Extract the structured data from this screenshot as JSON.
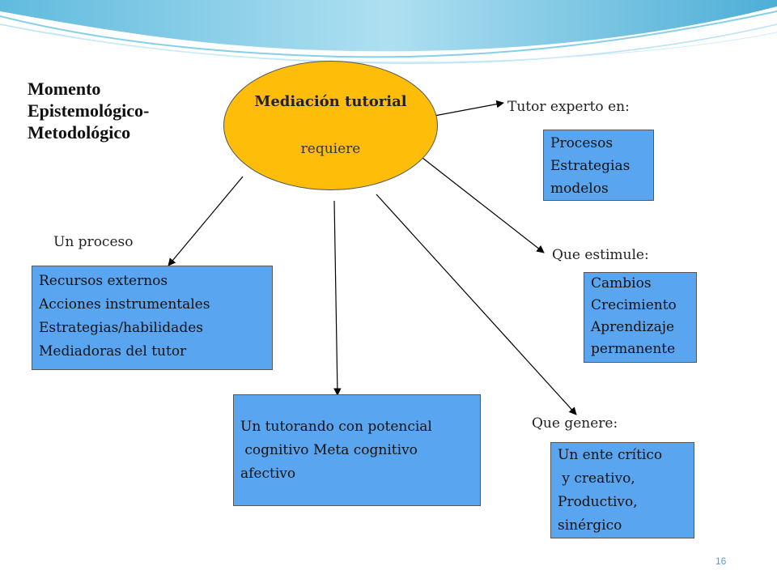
{
  "slide": {
    "title_lines": [
      "Momento",
      "Epistemológico-",
      "Metodológico"
    ],
    "page_number": "16"
  },
  "center": {
    "title": "Mediación tutorial",
    "subtitle": "requiere",
    "color": "#fdbd09"
  },
  "nodes": {
    "tutor": {
      "label": "Tutor experto en:",
      "lines": [
        "Procesos",
        "Estrategias",
        "modelos"
      ]
    },
    "estimule": {
      "label": "Que estimule:",
      "lines": [
        "Cambios",
        "Crecimiento",
        "Aprendizaje",
        "permanente"
      ]
    },
    "proceso": {
      "label": "Un proceso",
      "lines": [
        "Recursos externos",
        "Acciones instrumentales",
        "Estrategias/habilidades",
        "Mediadoras del tutor"
      ]
    },
    "tutorando": {
      "lines": [
        "Un tutorando con potencial",
        " cognitivo Meta cognitivo",
        "afectivo"
      ]
    },
    "genere": {
      "label": "Que genere:",
      "lines": [
        "Un ente crítico",
        " y creativo,",
        "Productivo,",
        "sinérgico"
      ]
    }
  },
  "colors": {
    "box_fill": "#59a5f0",
    "wave": "#7cc6e6"
  }
}
